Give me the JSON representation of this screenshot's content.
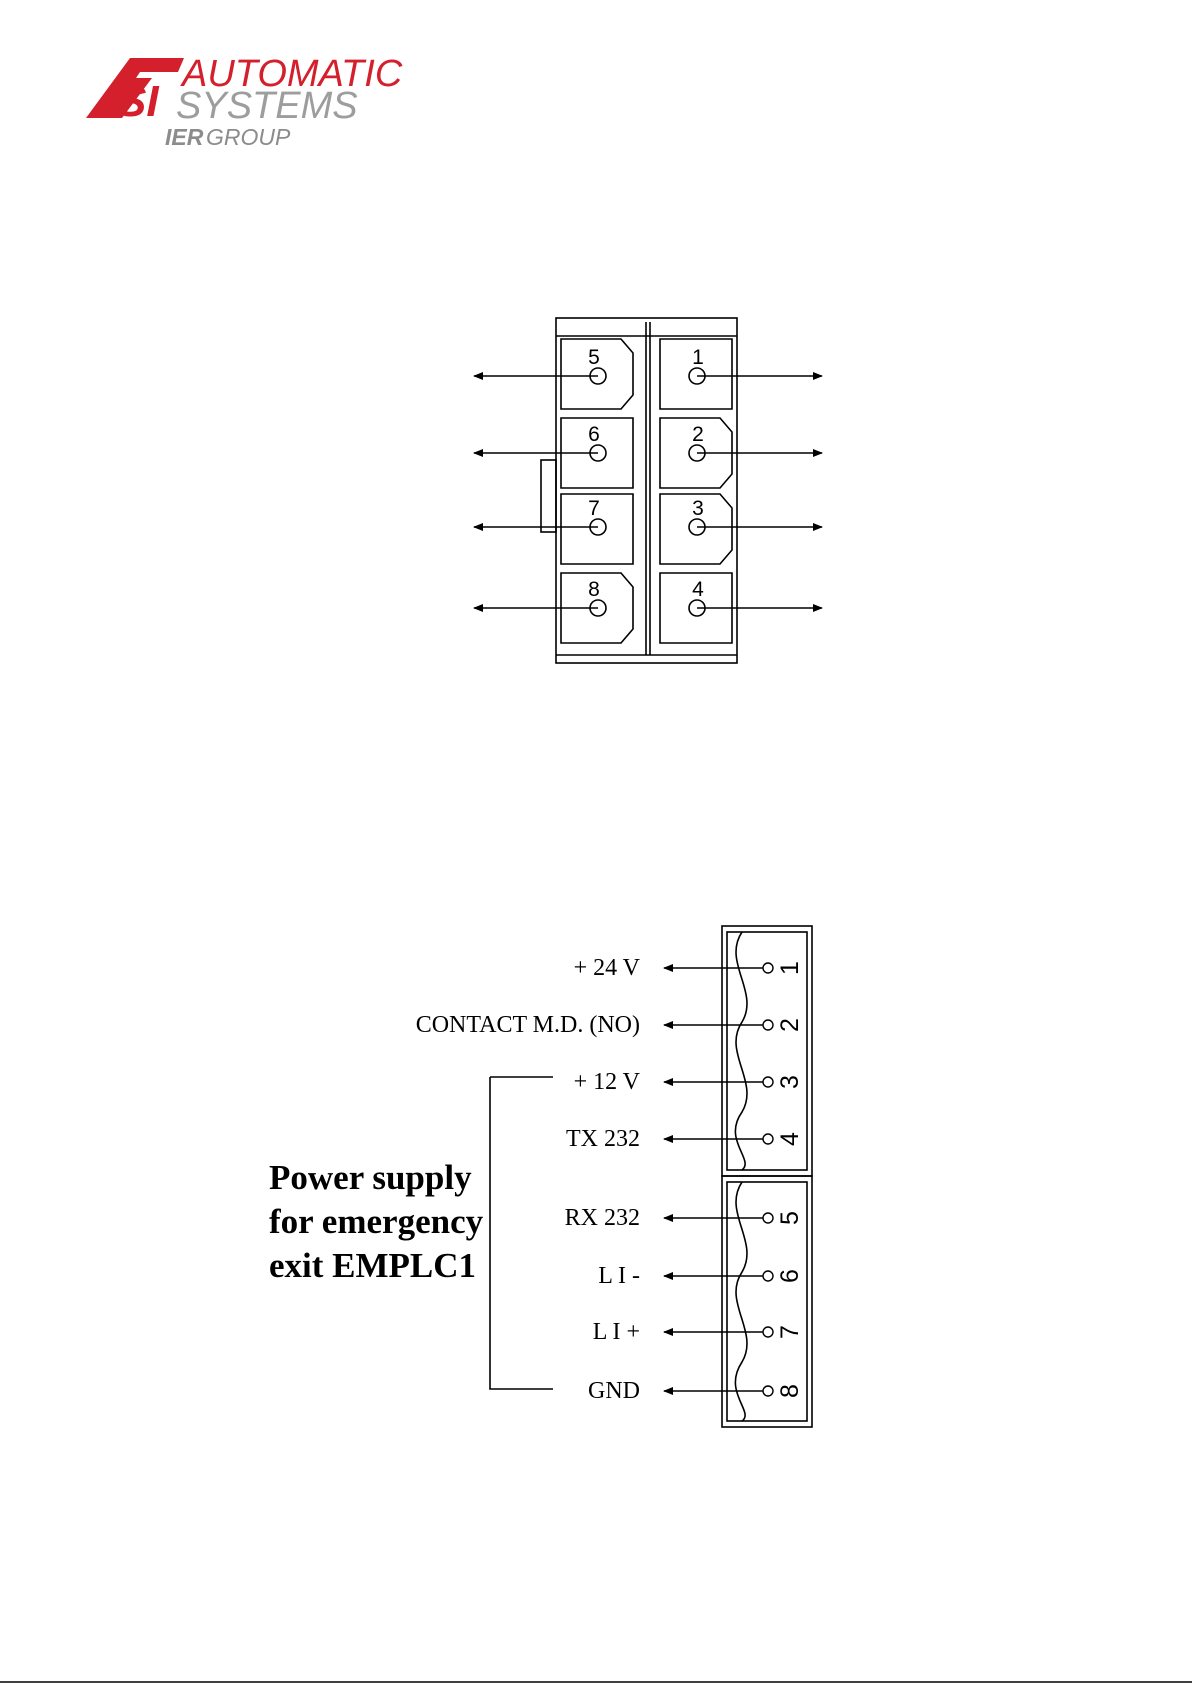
{
  "logo": {
    "mark": "SI",
    "line1": "AUTOMATIC",
    "line2": "SYSTEMS",
    "line3": "GROUP",
    "line3_prefix": "IER",
    "colors": {
      "red": "#d4202c",
      "grey": "#9d9d9d"
    }
  },
  "connector_top": {
    "pins_left": [
      "5",
      "6",
      "7",
      "8"
    ],
    "pins_right": [
      "1",
      "2",
      "3",
      "4"
    ]
  },
  "connector_bottom": {
    "pins": [
      {
        "num": "1",
        "label": "+ 24 V"
      },
      {
        "num": "2",
        "label": "CONTACT   M.D.  (NO)"
      },
      {
        "num": "3",
        "label": "+ 12 V"
      },
      {
        "num": "4",
        "label": "TX 232"
      },
      {
        "num": "5",
        "label": "RX 232"
      },
      {
        "num": "6",
        "label": "L I -"
      },
      {
        "num": "7",
        "label": "L I +"
      },
      {
        "num": "8",
        "label": "GND"
      }
    ],
    "caption": {
      "line1": "Power supply",
      "line2": "for emergency",
      "line3": "exit EMPLC1"
    }
  }
}
